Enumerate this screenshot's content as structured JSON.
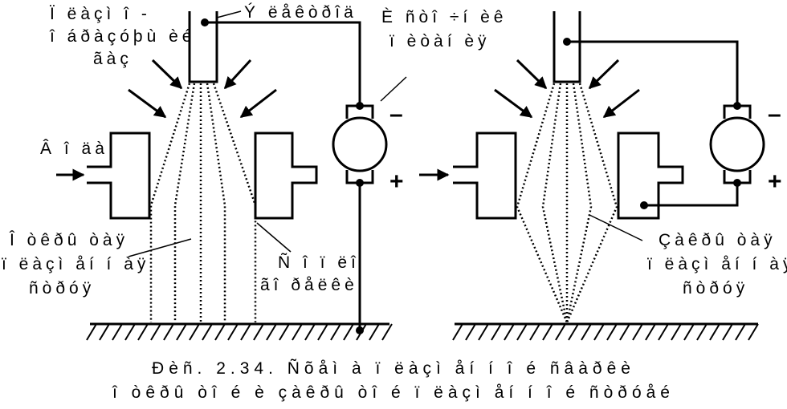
{
  "labels": {
    "left_gas_line1": "Ï ëàçì î -",
    "left_gas_line2": "î áðàçóþù èé",
    "left_gas_line3": "ãàç",
    "left_electrode": "Ý ëåêòðîä",
    "left_source_line1": "È ñòî ÷í èê",
    "left_source_line2": "ï èòàí èÿ",
    "left_minus": "–",
    "left_plus": "+",
    "left_water": "Â î äà",
    "left_stream_line1": "Î òêðû òàÿ",
    "left_stream_line2": "ï ëàçì åí í àÿ",
    "left_stream_line3": "ñòðóÿ",
    "left_nozzle_line1": "Ñ î ï ëî",
    "left_nozzle_line2": "ãî ðåëêè",
    "right_minus": "–",
    "right_plus": "+",
    "right_stream_line1": "Çàêðû òàÿ",
    "right_stream_line2": "ï ëàçì åí í àÿ",
    "right_stream_line3": "ñòðóÿ"
  },
  "caption": {
    "line1": "Ðèñ. 2.34. Ñõåì à ï ëàçì åí í î é ñâàðêè",
    "line2": "î òêðû òî é è çàêðû òî é ï ëàçì åí í î é ñòðóåé"
  }
}
